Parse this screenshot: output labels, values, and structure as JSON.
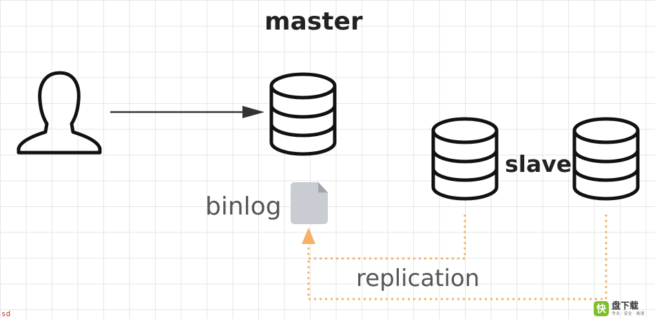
{
  "labels": {
    "master": "master",
    "slave": "slave",
    "binlog": "binlog",
    "replication": "replication"
  },
  "corner_text": "sd",
  "watermark": {
    "badge": "快",
    "main": "盘下载",
    "sub": "专业 · 安全 · 高速"
  },
  "colors": {
    "stroke": "#111111",
    "arrow": "#333333",
    "replication": "#f5b168",
    "file_icon": "#c9cdd3"
  },
  "icons": {
    "user": "user-silhouette-icon",
    "database": "database-icon",
    "file": "file-icon"
  }
}
